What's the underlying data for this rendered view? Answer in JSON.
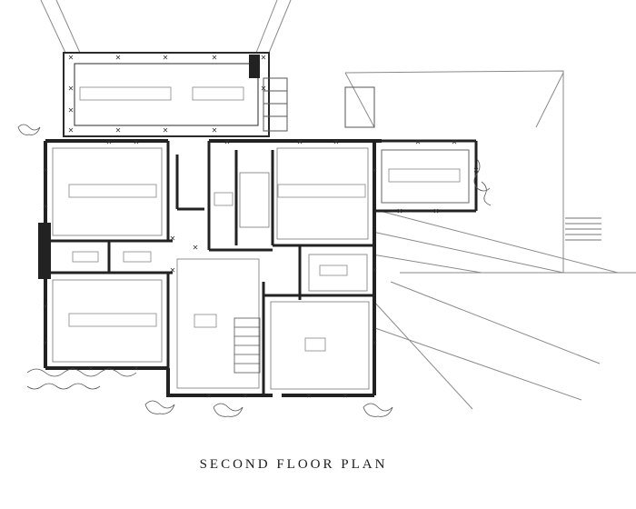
{
  "title": "SECOND FLOOR PLAN",
  "colors": {
    "ink": "#2a2a2a",
    "faint": "#8a8a8a",
    "wall": "#222222",
    "paper": "#ffffff"
  },
  "rooms": [
    {
      "id": "sleeping-porch",
      "label": ""
    },
    {
      "id": "chamber-north",
      "label": ""
    },
    {
      "id": "chamber-northeast",
      "label": ""
    },
    {
      "id": "sewing-room",
      "label": ""
    },
    {
      "id": "chamber-south",
      "label": ""
    },
    {
      "id": "bath",
      "label": ""
    },
    {
      "id": "hall",
      "label": ""
    },
    {
      "id": "den",
      "label": ""
    },
    {
      "id": "closet-a",
      "label": ""
    },
    {
      "id": "closet-b",
      "label": ""
    },
    {
      "id": "closet-c",
      "label": ""
    }
  ]
}
